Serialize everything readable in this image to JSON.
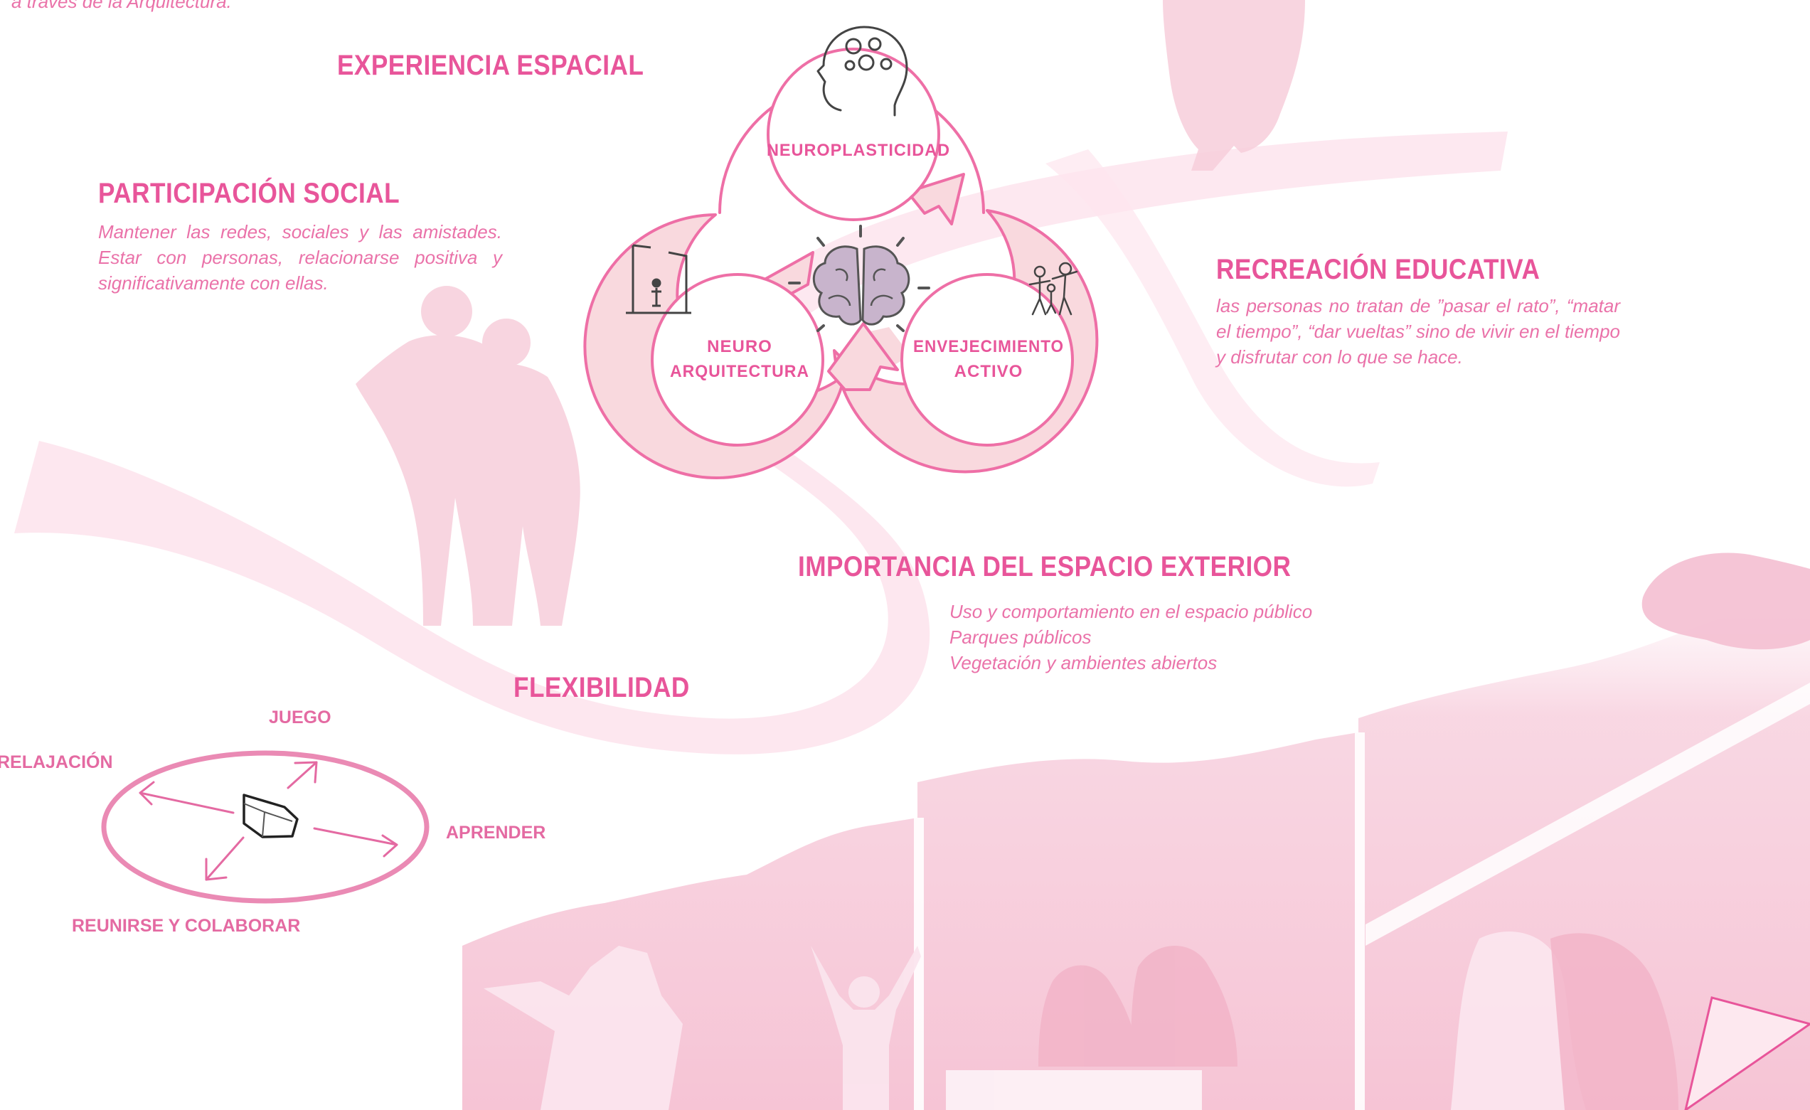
{
  "top_fragment": "a través de la Arquitectura.",
  "headings": {
    "experiencia": "EXPERIENCIA ESPACIAL",
    "participacion": "PARTICIPACIÓN SOCIAL",
    "recreacion": "RECREACIÓN EDUCATIVA",
    "importancia": "IMPORTANCIA DEL ESPACIO EXTERIOR",
    "flexibilidad": "FLEXIBILIDAD"
  },
  "descriptions": {
    "participacion": "Mantener las redes, sociales y las amistades. Estar con personas, relacionarse positiva y significativamente con ellas.",
    "recreacion": "las personas no tratan de ”pasar el rato”, “matar el tiempo”, “dar vueltas” sino de vivir en el tiempo y disfrutar con lo que se hace.",
    "importancia_lines": [
      "Uso y comportamiento en el espacio público",
      "Parques públicos",
      "Vegetación y ambientes abiertos"
    ]
  },
  "loops": {
    "top": "NEUROPLASTICIDAD",
    "left_line1": "NEURO",
    "left_line2": "ARQUITECTURA",
    "right_line1": "ENVEJECIMIENTO",
    "right_line2": "ACTIVO"
  },
  "flex_labels": {
    "juego": "JUEGO",
    "relajacion": "RELAJACIÓN",
    "aprender": "APRENDER",
    "reunirse": "REUNIRSE Y COLABORAR"
  },
  "icons": {
    "head": "head-gears-icon",
    "brain": "brain-icon",
    "door": "door-person-icon",
    "family": "family-icon",
    "cube": "cube-icon"
  },
  "colors": {
    "accent": "#e8559a",
    "loop_fill": "#f9d9de",
    "loop_stroke": "#ee6fa6",
    "watermark": "#fce4ec",
    "photo_tint": "#f8c7d7"
  }
}
